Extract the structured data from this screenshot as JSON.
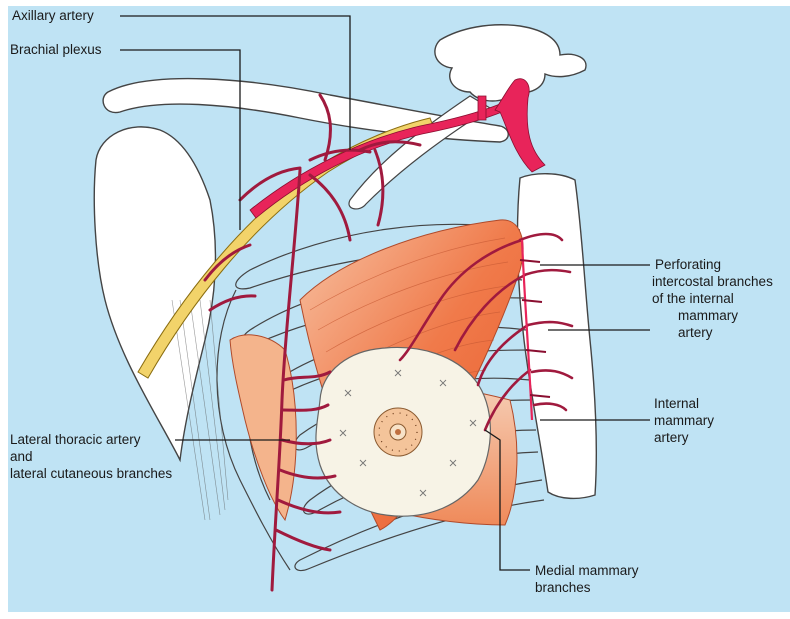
{
  "labels": {
    "axillary_artery": "Axillary artery",
    "brachial_plexus": "Brachial plexus",
    "perforating_1": "Perforating",
    "perforating_2": "intercostal branches",
    "perforating_3": "of the internal",
    "perforating_4": "mammary",
    "perforating_5": "artery",
    "internal_1": "Internal",
    "internal_2": "mammary",
    "internal_3": "artery",
    "lateral_1": "Lateral thoracic artery",
    "lateral_2": "and",
    "lateral_3": "lateral cutaneous branches",
    "medial_1": "Medial mammary",
    "medial_2": "branches"
  },
  "colors": {
    "background": "#bfe3f4",
    "bone": "#ffffff",
    "muscle": "#f07a4a",
    "artery": "#e8245a",
    "artery_branch": "#a01a3e",
    "nerve": "#f2d36a",
    "gland": "#f7f3e6"
  }
}
